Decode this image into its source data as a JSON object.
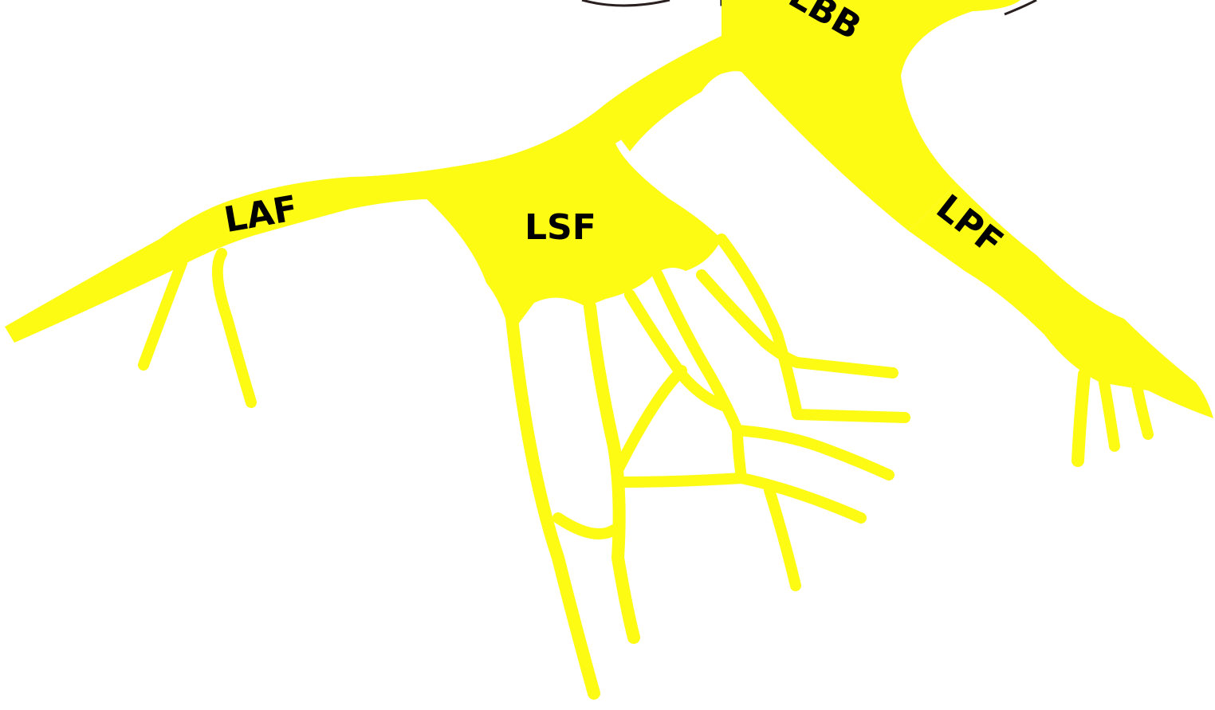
{
  "colors": {
    "fiber": "#fdfa14",
    "label": "#000000",
    "background": "#ffffff"
  },
  "labels": {
    "lbb": "LBB",
    "laf": "LAF",
    "lsf": "LSF",
    "lpf": "LPF"
  }
}
